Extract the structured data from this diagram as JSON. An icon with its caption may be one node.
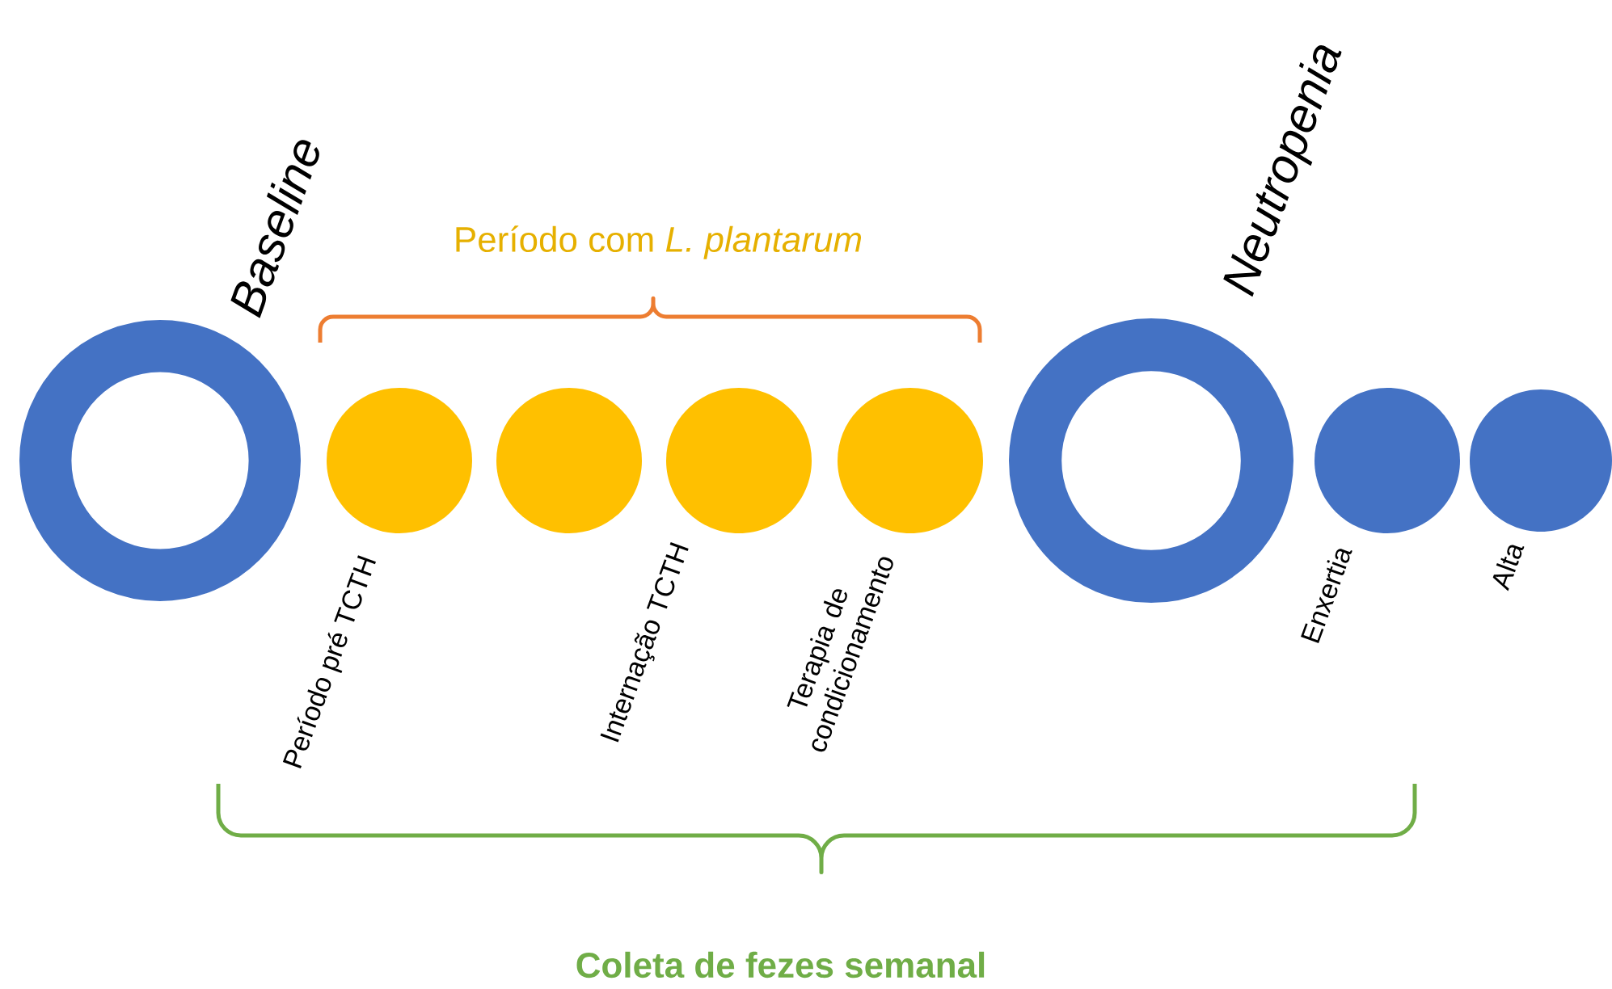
{
  "diagram": {
    "nodes": [
      {
        "text": [],
        "shape": "ring",
        "beside": [
          "Baseline"
        ]
      },
      {
        "text": [],
        "shape": "circle",
        "beside": [
          "Período pré TCTH"
        ]
      },
      {
        "text": [],
        "shape": "circle"
      },
      {
        "text": [],
        "shape": "circle",
        "beside": [
          "Internação TCTH"
        ]
      },
      {
        "text": [],
        "shape": "circle",
        "beside": [
          "Terapia de condicionamento"
        ]
      },
      {
        "text": [],
        "shape": "ring",
        "beside": [
          "Neutropenia"
        ]
      },
      {
        "text": [],
        "shape": "circle",
        "beside": [
          "Enxertia"
        ]
      },
      {
        "text": [],
        "shape": "circle",
        "beside": [
          "Alta"
        ]
      }
    ],
    "labels": [
      "Período com *L. plantarum*",
      "Coleta de fezes semanal"
    ]
  }
}
